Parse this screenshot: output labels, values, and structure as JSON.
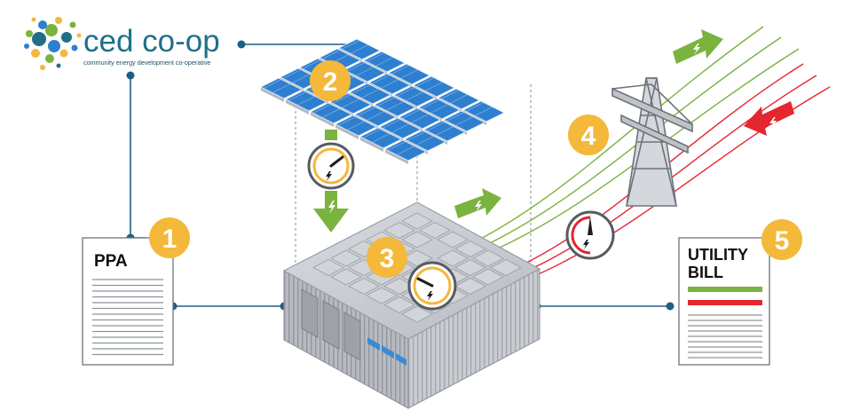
{
  "logo": {
    "name": "ced co-op",
    "tagline": "community energy development co-operative"
  },
  "steps": [
    "1",
    "2",
    "3",
    "4",
    "5"
  ],
  "documents": {
    "ppa_title": "PPA",
    "bill_title_line1": "UTILITY",
    "bill_title_line2": "BILL"
  },
  "colors": {
    "connector": "#1f5f82",
    "badge": "#f4b83a",
    "green": "#7ab33e",
    "red": "#e3262f",
    "panel": "#2f7fd0"
  }
}
